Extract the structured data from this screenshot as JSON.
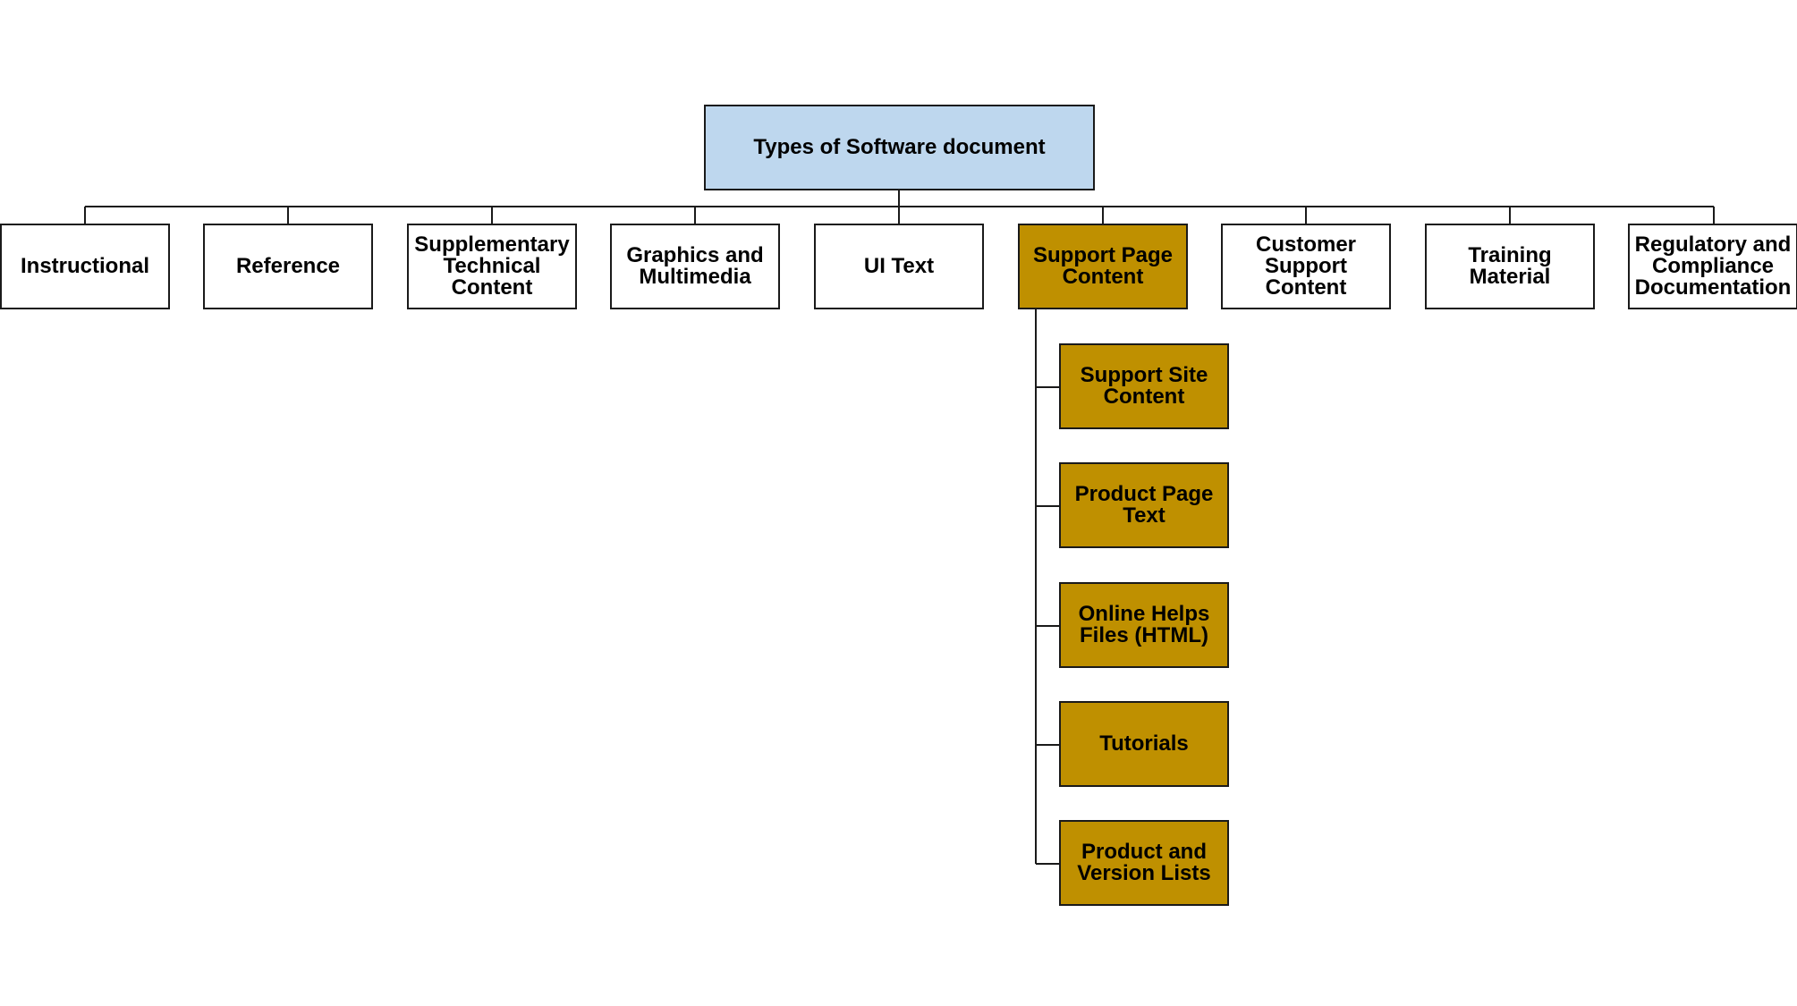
{
  "root": {
    "label": "Types of Software document"
  },
  "categories": [
    {
      "label": "Instructional"
    },
    {
      "label": "Reference"
    },
    {
      "label": "Supplementary Technical Content"
    },
    {
      "label": "Graphics and Multimedia"
    },
    {
      "label": "UI Text"
    },
    {
      "label": "Support Page Content"
    },
    {
      "label": "Customer Support Content"
    },
    {
      "label": "Training Material"
    },
    {
      "label": "Regulatory and Compliance Documentation"
    }
  ],
  "support_children": [
    {
      "label": "Support Site Content"
    },
    {
      "label": "Product Page Text"
    },
    {
      "label": "Online Helps Files (HTML)"
    },
    {
      "label": "Tutorials"
    },
    {
      "label": "Product and Version Lists"
    }
  ],
  "colors": {
    "root_fill": "#bed7ee",
    "highlight_fill": "#bf9000",
    "plain_fill": "#ffffff",
    "line": "#1a1a1a"
  }
}
